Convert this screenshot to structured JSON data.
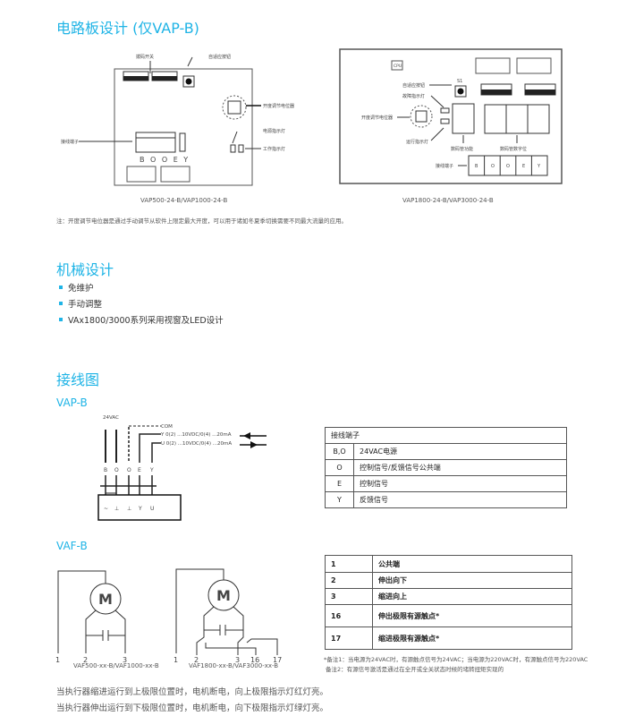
{
  "sections": {
    "board": "电路板设计 (仅VAP-B)",
    "mech": "机械设计",
    "wiring": "接线图"
  },
  "board1": {
    "caption": "VAP500-24-B/VAP1000-24-B",
    "labels": {
      "dip": "拨码开关",
      "button": "自适应按钮",
      "pot": "开度调节电位器",
      "terminal": "接线端子",
      "power_led": "电源指示灯",
      "work_led": "工作指示灯"
    },
    "terminal_letters": "B O O E Y"
  },
  "board2": {
    "caption": "VAP1800-24-B/VAP3000-24-B",
    "labels": {
      "cpu": "CPU",
      "s1": "S1",
      "button": "自适应按钮",
      "fault_led": "故障指示灯",
      "pot": "开度调节电位器",
      "run_led": "运行指示灯",
      "digit_func": "数码管功能",
      "digit_num": "数码管数字位",
      "terminal": "接线端子"
    },
    "terminals": [
      "B",
      "O",
      "O",
      "E",
      "Y"
    ]
  },
  "board_note": "注：开度调节电位器是通过手动调节从软件上限定最大开度，可以用于诸如冬夏季切换需要不同最大流量的应用。",
  "mech_items": [
    "免维护",
    "手动调整",
    "VAx1800/3000系列采用视窗及LED设计"
  ],
  "vap": {
    "title": "VAP-B",
    "diagram": {
      "supply": "24VAC",
      "com": "COM",
      "y_signal": "Y  0(2) ...10VDC/0(4) ...20mA",
      "u_signal": "U  0(2) ...10VDC/0(4) ...20mA",
      "terminals": [
        "B",
        "O",
        "O",
        "E",
        "Y"
      ],
      "device": [
        "~",
        "⊥",
        "⊥",
        "Y",
        "U"
      ]
    },
    "table": {
      "header": "接线端子",
      "rows": [
        [
          "B,O",
          "24VAC电源"
        ],
        [
          "O",
          "控制信号/反馈信号公共端"
        ],
        [
          "E",
          "控制信号"
        ],
        [
          "Y",
          "反馈信号"
        ]
      ]
    }
  },
  "vaf": {
    "title": "VAF-B",
    "motor": "M",
    "diagram1": {
      "caption": "VAF500-xx-B/VAF1000-xx-B",
      "terminals": [
        "1",
        "2",
        "3"
      ]
    },
    "diagram2": {
      "caption": "VAF1800-xx-B/VAF3000-xx-B",
      "terminals": [
        "1",
        "2",
        "3",
        "16",
        "17"
      ]
    },
    "table": {
      "rows": [
        [
          "1",
          "公共端"
        ],
        [
          "2",
          "伸出向下"
        ],
        [
          "3",
          "缩进向上"
        ],
        [
          "16",
          "伸出极限有源触点*"
        ],
        [
          "17",
          "缩进极限有源触点*"
        ]
      ]
    },
    "notes": [
      "*备注1：当电源为24VAC时，有源触点信号为24VAC；当电源为220VAC时，有源触点信号为220VAC",
      "备注2：有源信号激活是通过在全开或全关状态时候的堵转扭矩实现的"
    ]
  },
  "footer": [
    "当执行器缩进运行到上极限位置时，电机断电，向上极限指示灯红灯亮。",
    "当执行器伸出运行到下极限位置时，电机断电，向下极限指示灯绿灯亮。"
  ]
}
